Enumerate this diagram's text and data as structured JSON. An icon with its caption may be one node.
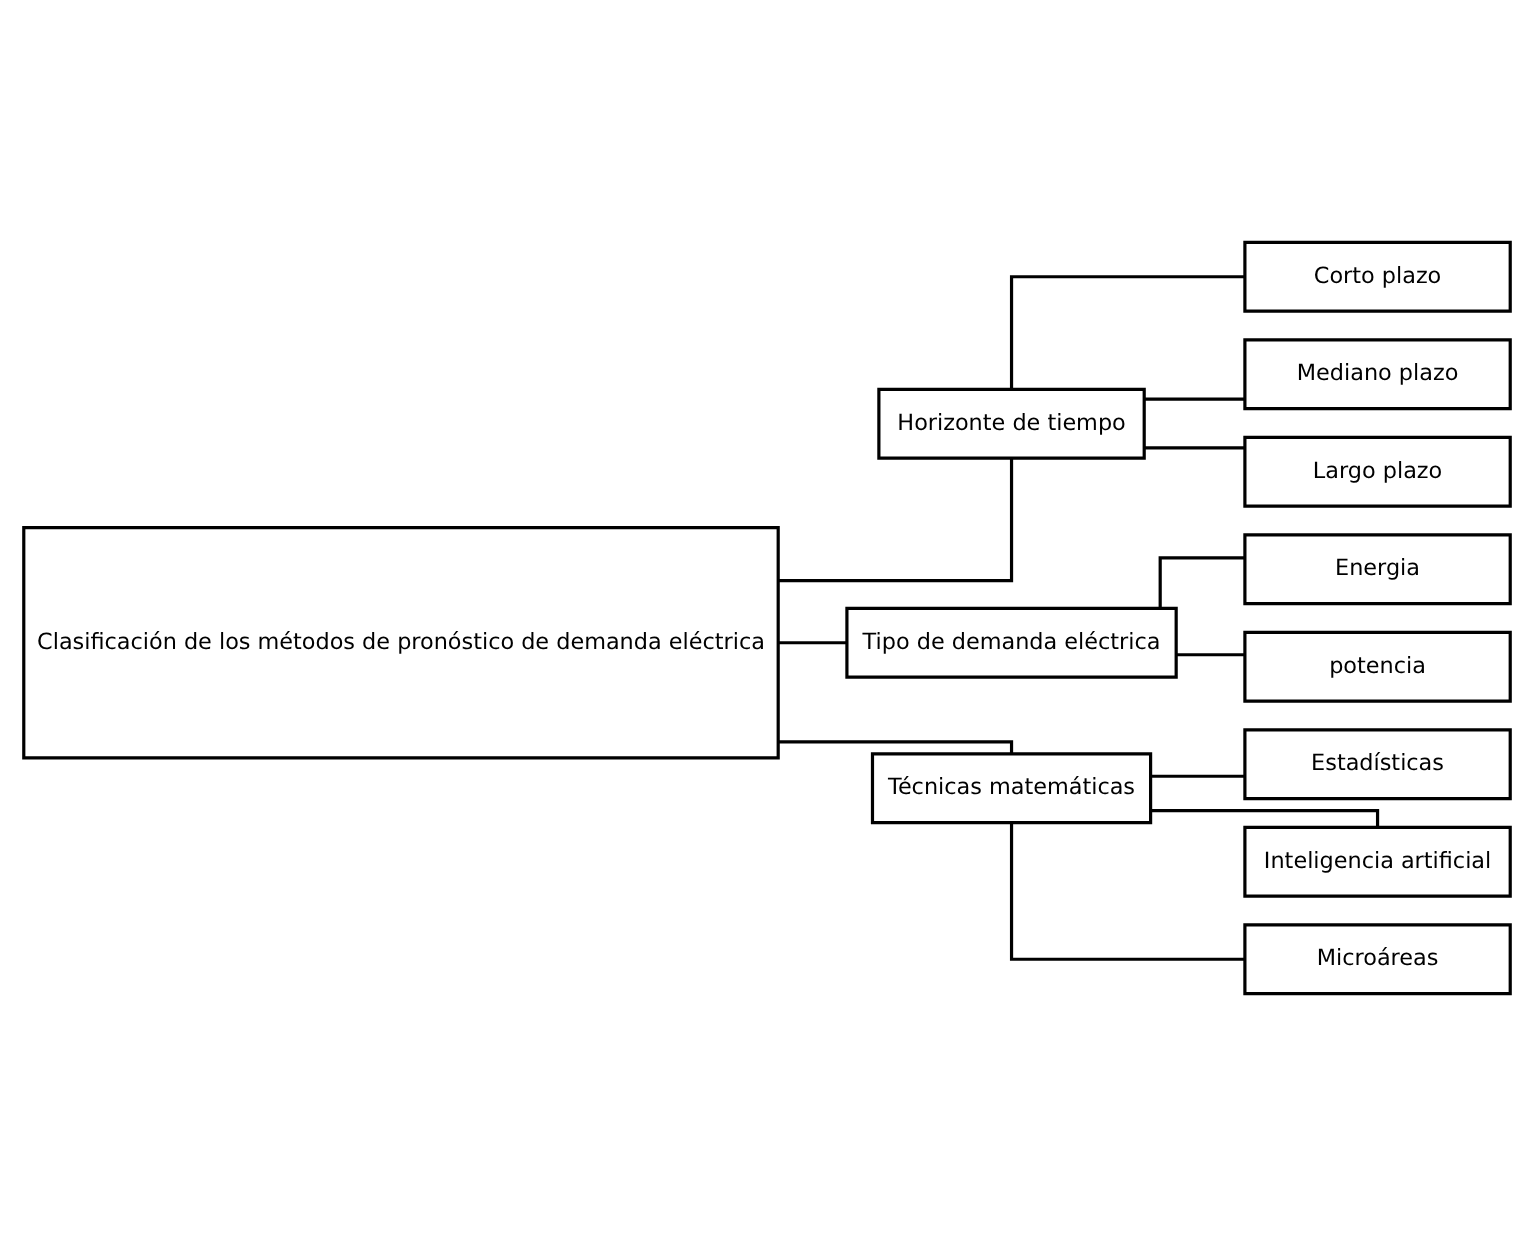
{
  "diagram": {
    "nodes": [
      {
        "text": [
          "Clasificación de los métodos de pronóstico de demanda eléctrica"
        ]
      },
      {
        "text": [
          "Horizonte de tiempo"
        ]
      },
      {
        "text": [
          "Tipo de demanda eléctrica"
        ]
      },
      {
        "text": [
          "Técnicas matemáticas"
        ]
      },
      {
        "text": [
          "Corto plazo"
        ]
      },
      {
        "text": [
          "Mediano plazo"
        ]
      },
      {
        "text": [
          "Largo plazo"
        ]
      },
      {
        "text": [
          "Energia"
        ]
      },
      {
        "text": [
          "potencia"
        ]
      },
      {
        "text": [
          "Estadísticas"
        ]
      },
      {
        "text": [
          "Inteligencia artificial"
        ]
      },
      {
        "text": [
          "Microáreas"
        ]
      }
    ],
    "edges": [
      {
        "from": 0,
        "to": 1,
        "arrow": "none"
      },
      {
        "from": 0,
        "to": 2,
        "arrow": "none"
      },
      {
        "from": 0,
        "to": 3,
        "arrow": "none"
      },
      {
        "from": 1,
        "to": 4,
        "arrow": "none"
      },
      {
        "from": 1,
        "to": 5,
        "arrow": "none"
      },
      {
        "from": 1,
        "to": 6,
        "arrow": "none"
      },
      {
        "from": 2,
        "to": 7,
        "arrow": "none"
      },
      {
        "from": 2,
        "to": 8,
        "arrow": "none"
      },
      {
        "from": 3,
        "to": 9,
        "arrow": "none"
      },
      {
        "from": 3,
        "to": 10,
        "arrow": "none"
      },
      {
        "from": 3,
        "to": 11,
        "arrow": "none"
      }
    ]
  }
}
